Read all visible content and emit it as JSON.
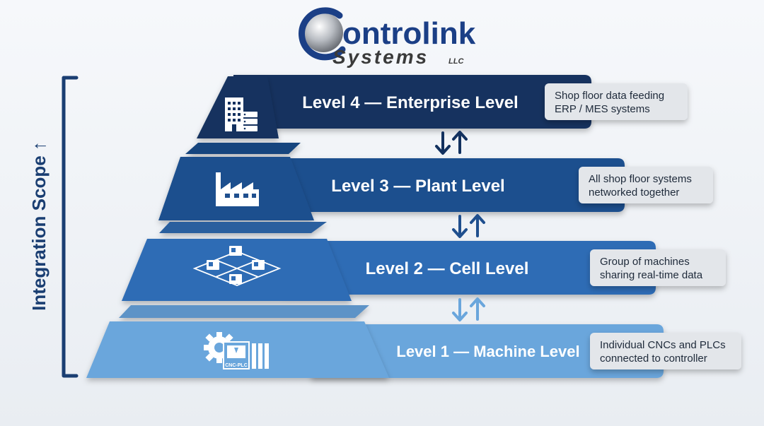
{
  "logo": {
    "brand_main": "ontrolink",
    "brand_sub": "Systems",
    "brand_suffix": "LLC"
  },
  "scope_label": "Integration Scope ↑",
  "levels": [
    {
      "label": "Level 4 — Enterprise Level",
      "icon": "office-building-server-icon",
      "note_line1": "Shop floor data feeding",
      "note_line2": "ERP / MES systems"
    },
    {
      "label": "Level 3 — Plant Level",
      "icon": "factory-icon",
      "note_line1": "All shop floor systems",
      "note_line2": "networked together"
    },
    {
      "label": "Level 2 — Cell Level",
      "icon": "machine-network-icon",
      "note_line1": "Group of machines",
      "note_line2": "sharing real-time data"
    },
    {
      "label": "Level 1 — Machine Level",
      "icon": "cnc-plc-icon",
      "icon_caption": "CNC-PLC",
      "note_line1": "Individual CNCs and PLCs",
      "note_line2": "connected to controller"
    }
  ],
  "arrows": [
    "down-up-arrows-icon",
    "down-up-arrows-icon",
    "down-up-arrows-icon"
  ],
  "colors": {
    "level4": "#13315f",
    "level3": "#1f4f8e",
    "level2": "#2f6cb5",
    "level1": "#6aa6dc",
    "accent": "#1b3f86",
    "note_bg": "#e3e6ea"
  }
}
